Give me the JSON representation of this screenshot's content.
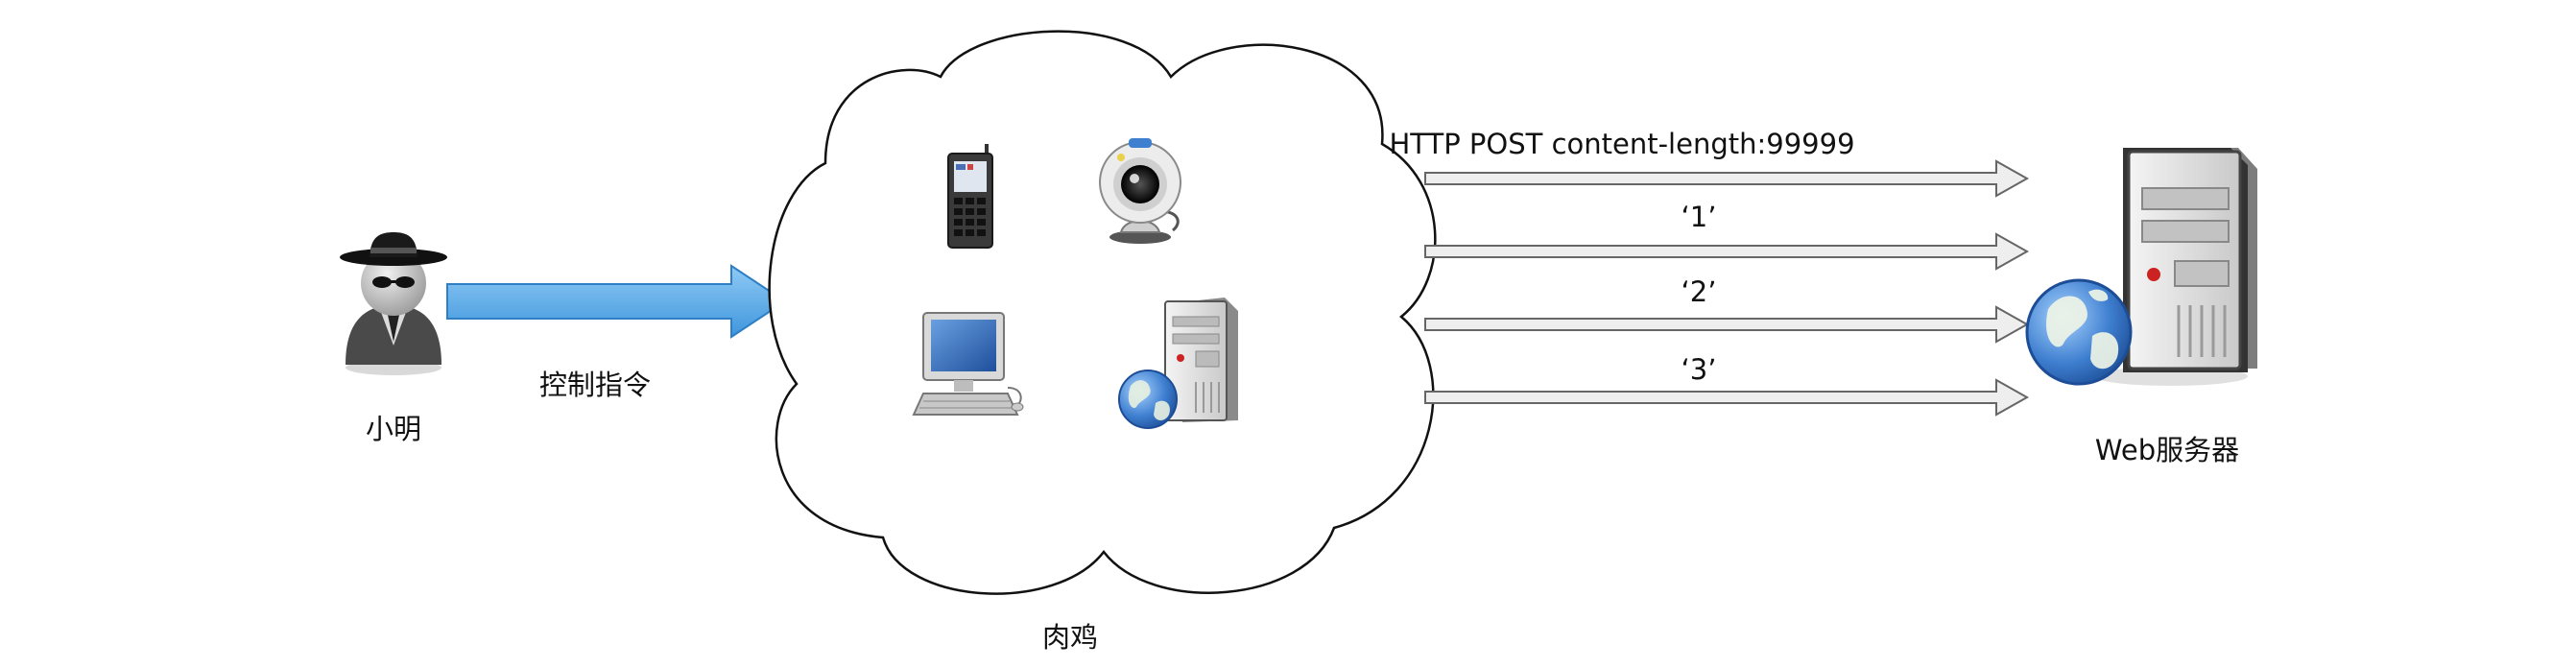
{
  "nodes": {
    "attacker": {
      "label": "小明",
      "icon": "hacker-icon"
    },
    "command": {
      "label": "控制指令",
      "icon": "arrow-right"
    },
    "botnet": {
      "label": "肉鸡",
      "devices": [
        "mobile-phone-icon",
        "webcam-icon",
        "desktop-computer-icon",
        "globe-server-icon"
      ]
    },
    "server": {
      "label": "Web服务器",
      "icon": "globe-server-icon"
    }
  },
  "requests": [
    {
      "label": "HTTP POST content-length:99999"
    },
    {
      "label": "‘1’"
    },
    {
      "label": "‘2’"
    },
    {
      "label": "‘3’"
    }
  ],
  "colors": {
    "command_arrow": "#4da6e8",
    "request_arrow_stroke": "#666666",
    "cloud_stroke": "#111111"
  }
}
